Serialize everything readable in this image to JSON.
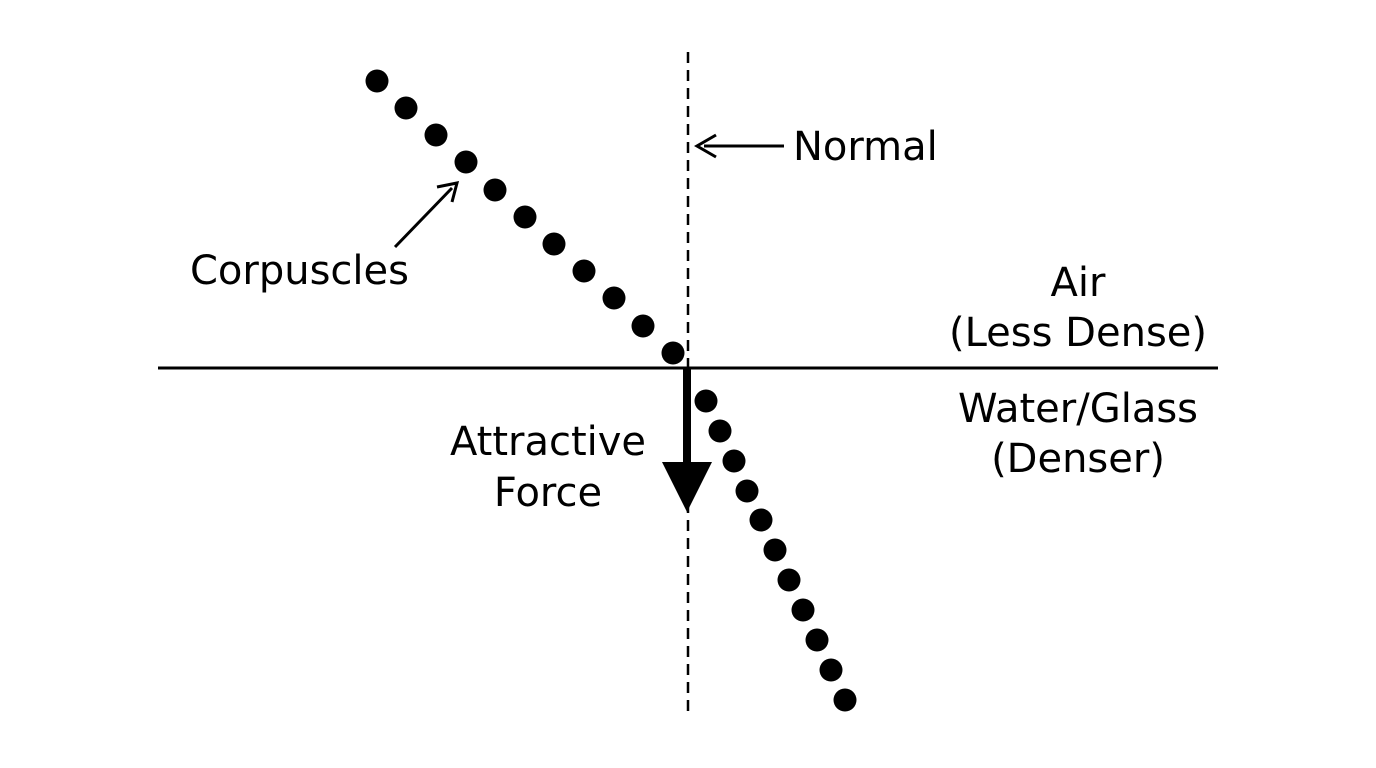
{
  "labels": {
    "normal": "Normal",
    "corpuscles": "Corpuscles",
    "air_line1": "Air",
    "air_line2": "(Less Dense)",
    "medium_line1": "Water/Glass",
    "medium_line2": "(Denser)",
    "force_line1": "Attractive",
    "force_line2": "Force"
  },
  "colors": {
    "ink": "#000000",
    "background": "#ffffff"
  }
}
